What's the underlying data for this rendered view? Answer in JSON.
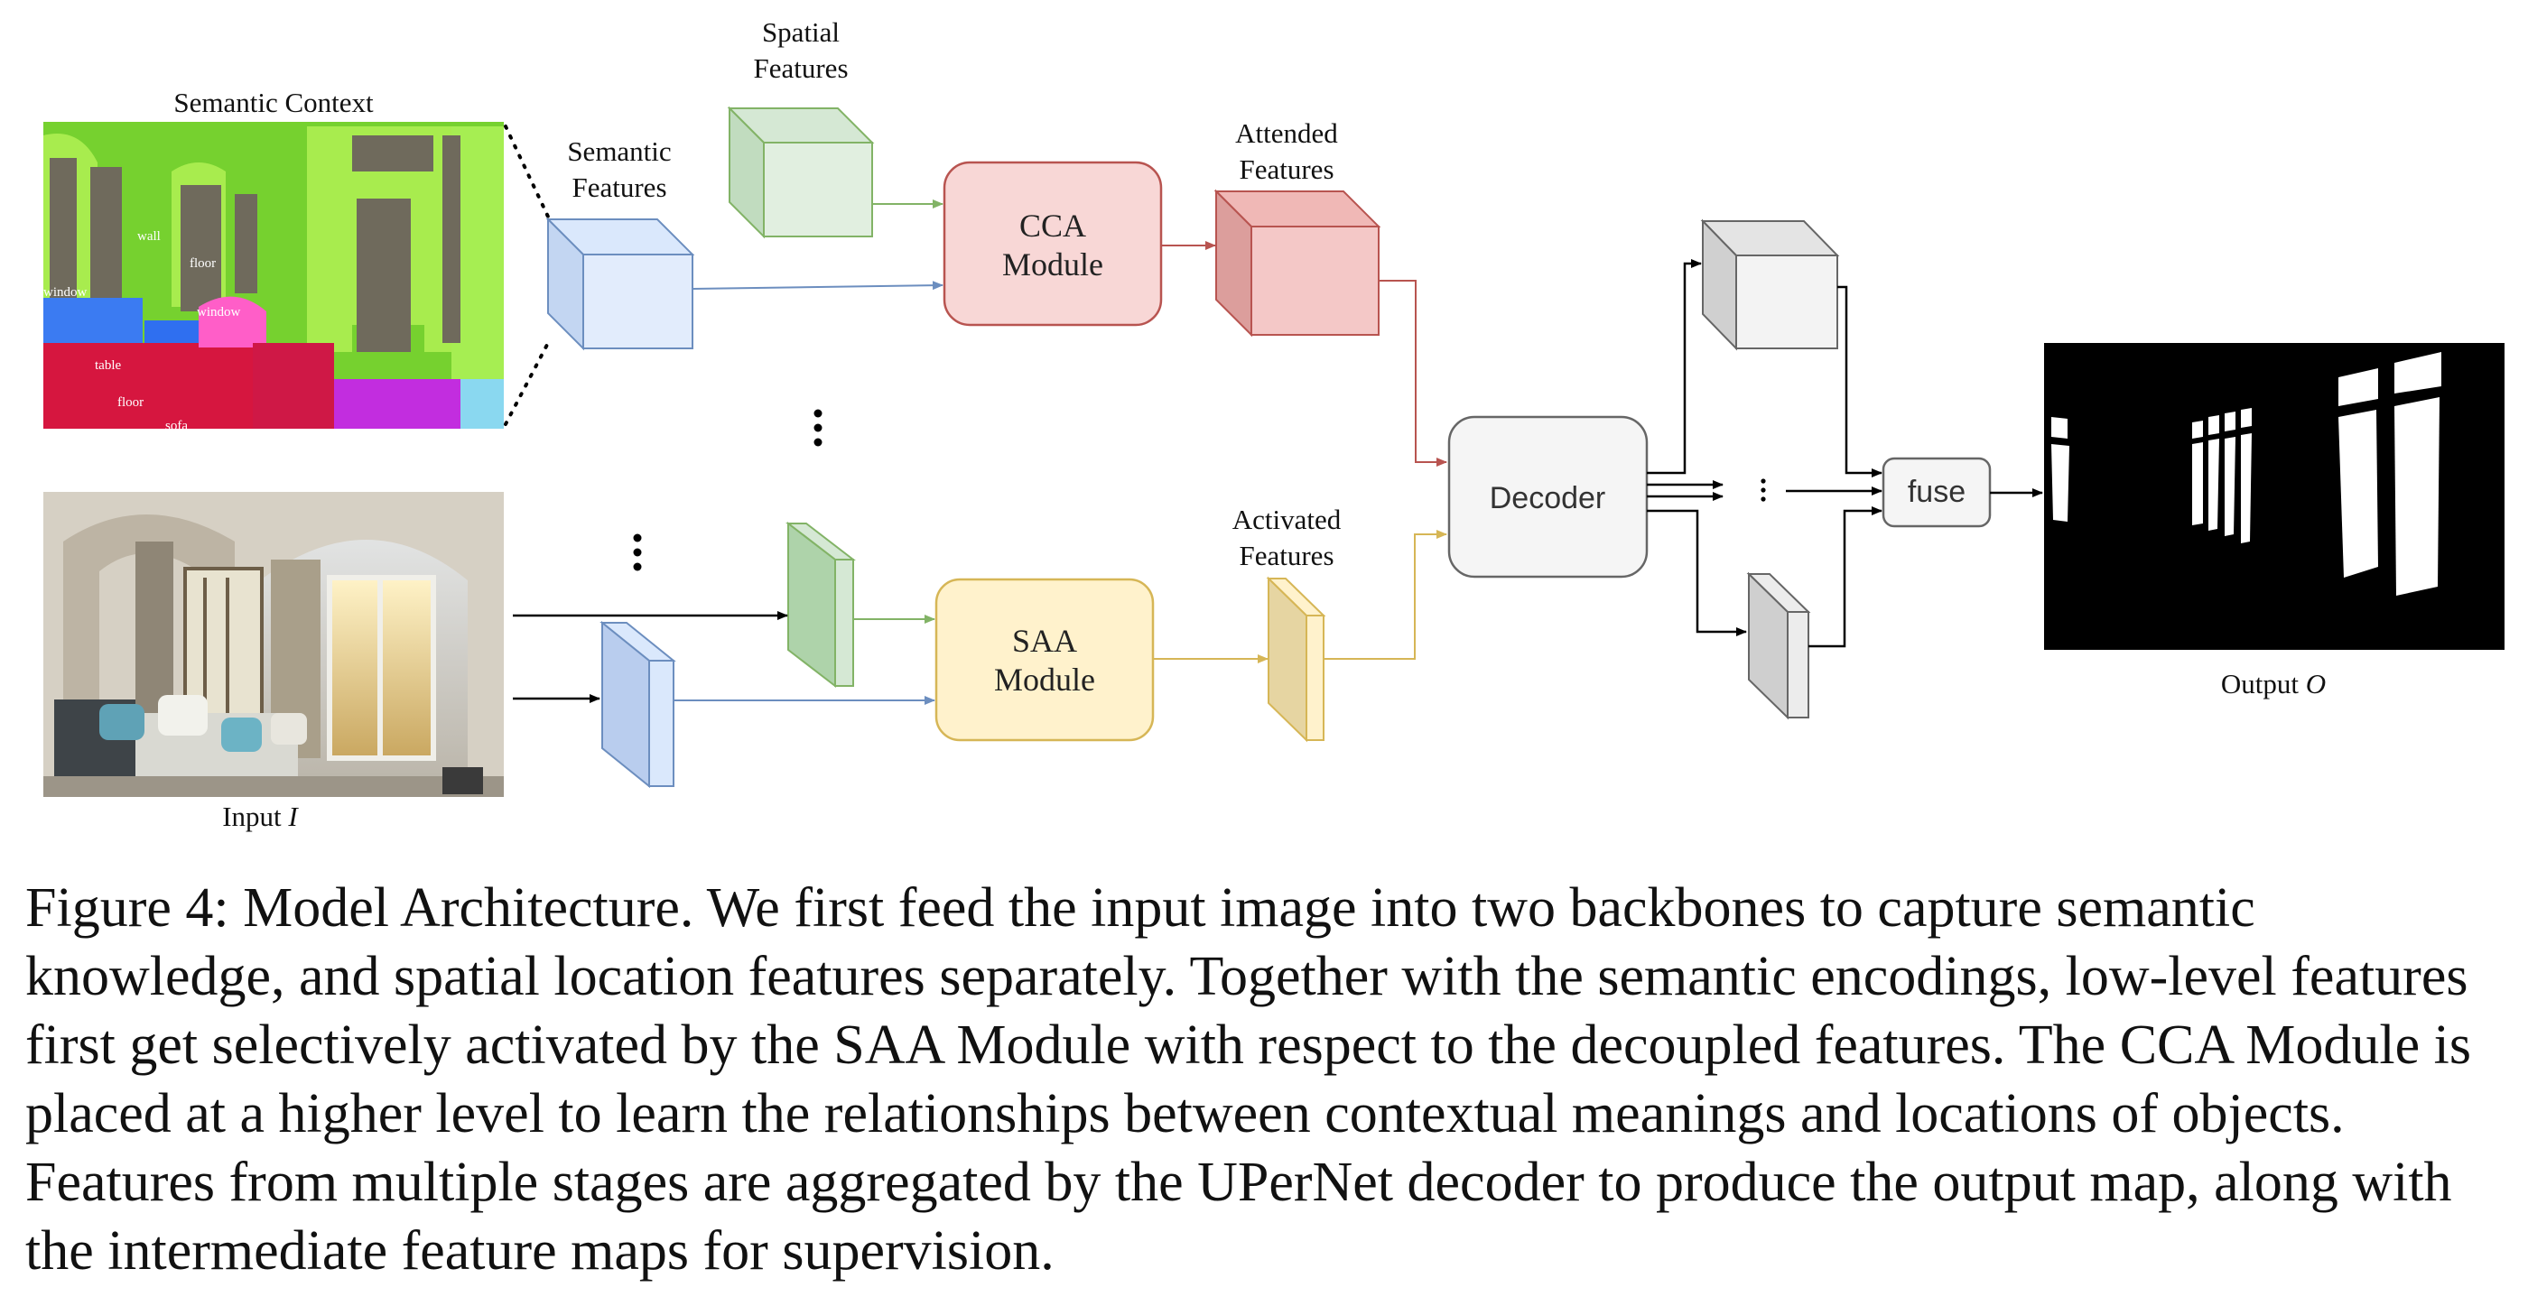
{
  "figure": {
    "labels": {
      "semantic_context": "Semantic  Context",
      "spatial_features_1": "Spatial",
      "spatial_features_2": "Features",
      "semantic_features_1": "Semantic",
      "semantic_features_2": "Features",
      "attended_features_1": "Attended",
      "attended_features_2": "Features",
      "activated_features_1": "Activated",
      "activated_features_2": "Features",
      "input": "Input ",
      "input_var": "I",
      "output": "Output ",
      "output_var": "O"
    },
    "modules": {
      "cca_1": "CCA",
      "cca_2": "Module",
      "saa_1": "SAA",
      "saa_2": "Module",
      "decoder": "Decoder",
      "fuse": "fuse"
    },
    "segmentation_tags": {
      "wall": "wall",
      "floor_1": "floor",
      "window_1": "window",
      "window_2": "window",
      "table": "table",
      "floor_2": "floor",
      "sofa": "sofa"
    },
    "colors": {
      "cca_fill": "#f8d7d6",
      "cca_stroke": "#b85450",
      "saa_fill": "#fff2cc",
      "saa_stroke": "#d6b656",
      "semantic_fill": "#dae8fc",
      "semantic_stroke": "#6c8ebf",
      "spatial_fill": "#d5e8d4",
      "spatial_stroke": "#82b366",
      "decoder_fill": "#f5f5f5",
      "decoder_stroke": "#666666"
    }
  },
  "caption": "Figure 4: Model Architecture. We first feed the input image into two backbones to capture semantic knowledge, and spatial location features separately. Together with the semantic encodings, low-level features first get selectively activated by the SAA Module with respect to the decoupled features. The CCA Module is placed at a higher level to learn the relationships between contextual meanings and locations of objects. Features from multiple stages are aggregated by the UPerNet decoder to produce the output map, along with the intermediate feature maps for supervision."
}
